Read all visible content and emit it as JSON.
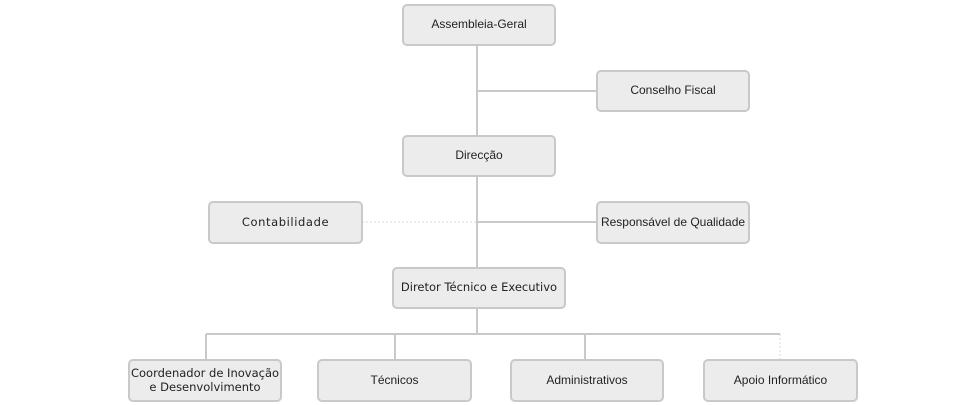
{
  "diagram": {
    "type": "org-chart",
    "line_color": "#c9c9c9",
    "box_fill": "#ececec",
    "box_border": "#c9c9c9",
    "nodes": {
      "assembleia": "Assembleia-Geral",
      "conselho": "Conselho Fiscal",
      "direccao": "Direcção",
      "contabilidade": "Contabilidade",
      "qualidade": "Responsável de Qualidade",
      "diretor": "Diretor Técnico e Executivo",
      "coordenador": "Coordenador de Inovação\ne Desenvolvimento",
      "tecnicos": "Técnicos",
      "administrativos": "Administrativos",
      "apoio": "Apoio Informático"
    },
    "edges": [
      {
        "from": "Assembleia-Geral",
        "to": "Conselho Fiscal"
      },
      {
        "from": "Assembleia-Geral",
        "to": "Direcção"
      },
      {
        "from": "Direcção",
        "to": "Contabilidade"
      },
      {
        "from": "Direcção",
        "to": "Responsável de Qualidade"
      },
      {
        "from": "Direcção",
        "to": "Diretor Técnico e Executivo"
      },
      {
        "from": "Diretor Técnico e Executivo",
        "to": "Coordenador de Inovação e Desenvolvimento"
      },
      {
        "from": "Diretor Técnico e Executivo",
        "to": "Técnicos"
      },
      {
        "from": "Diretor Técnico e Executivo",
        "to": "Administrativos"
      },
      {
        "from": "Diretor Técnico e Executivo",
        "to": "Apoio Informático"
      }
    ]
  }
}
